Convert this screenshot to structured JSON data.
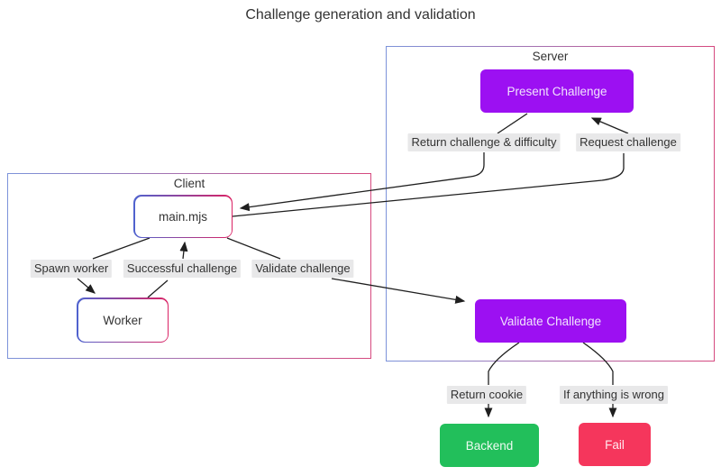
{
  "title": "Challenge generation and validation",
  "containers": {
    "server": {
      "label": "Server"
    },
    "client": {
      "label": "Client"
    }
  },
  "nodes": {
    "present_challenge": {
      "label": "Present Challenge",
      "color": "#9c10f2"
    },
    "main_mjs": {
      "label": "main.mjs",
      "color": "#ffffff"
    },
    "worker": {
      "label": "Worker",
      "color": "#ffffff"
    },
    "validate_challenge": {
      "label": "Validate Challenge",
      "color": "#9c10f2"
    },
    "backend": {
      "label": "Backend",
      "color": "#22bf5b"
    },
    "fail": {
      "label": "Fail",
      "color": "#f5365c"
    }
  },
  "edge_labels": {
    "return_challenge": "Return challenge & difficulty",
    "request_challenge": "Request challenge",
    "spawn_worker": "Spawn worker",
    "successful_challenge": "Successful challenge",
    "validate_challenge": "Validate challenge",
    "return_cookie": "Return cookie",
    "if_wrong": "If anything is wrong"
  },
  "edges": [
    {
      "from": "main.mjs",
      "to": "Present Challenge",
      "label": "Request challenge"
    },
    {
      "from": "Present Challenge",
      "to": "main.mjs",
      "label": "Return challenge & difficulty"
    },
    {
      "from": "main.mjs",
      "to": "Worker",
      "label": "Spawn worker"
    },
    {
      "from": "Worker",
      "to": "main.mjs",
      "label": "Successful challenge"
    },
    {
      "from": "main.mjs",
      "to": "Validate Challenge",
      "label": "Validate challenge"
    },
    {
      "from": "Validate Challenge",
      "to": "Backend",
      "label": "Return cookie"
    },
    {
      "from": "Validate Challenge",
      "to": "Fail",
      "label": "If anything is wrong"
    }
  ],
  "colors": {
    "node_purple": "#9c10f2",
    "node_green": "#22bf5b",
    "node_red": "#f5365c",
    "node_border_blue": "#4f63cf",
    "node_border_pink": "#da2264",
    "container_border_blue": "#7c93da",
    "container_border_pink": "#d6497f",
    "edge_label_bg": "#e8e8e9",
    "text": "#333333",
    "arrow": "#1f1f1f"
  }
}
